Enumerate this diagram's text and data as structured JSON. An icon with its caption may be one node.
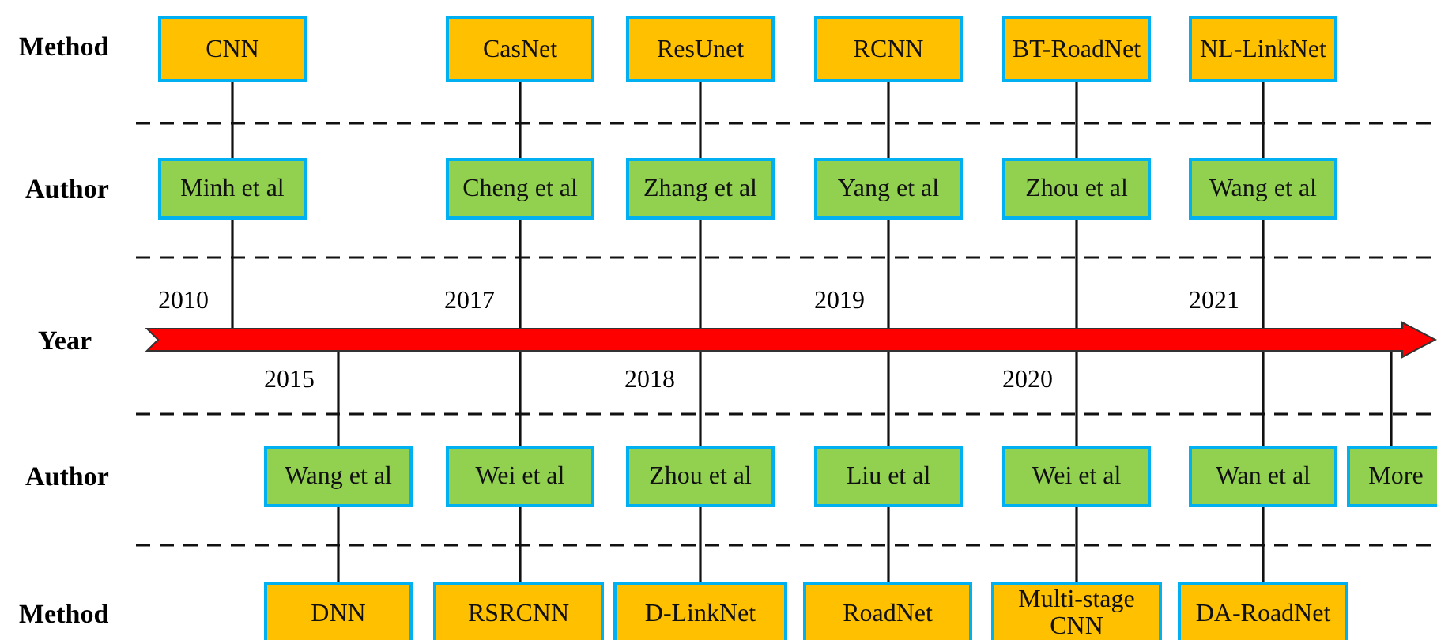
{
  "diagram": {
    "nodes": [
      {
        "text": [
          "CNN"
        ]
      },
      {
        "text": [
          "CasNet"
        ]
      },
      {
        "text": [
          "ResUnet"
        ]
      },
      {
        "text": [
          "RCNN"
        ]
      },
      {
        "text": [
          "BT-RoadNet"
        ]
      },
      {
        "text": [
          "NL-LinkNet"
        ]
      },
      {
        "text": [
          "Minh et al"
        ]
      },
      {
        "text": [
          "Cheng et al"
        ]
      },
      {
        "text": [
          "Zhang et al"
        ]
      },
      {
        "text": [
          "Yang et al"
        ]
      },
      {
        "text": [
          "Zhou et al"
        ]
      },
      {
        "text": [
          "Wang et al"
        ]
      },
      {
        "text": [],
        "shape": "arrow"
      },
      {
        "text": [
          "Wang et al"
        ]
      },
      {
        "text": [
          "Wei et al"
        ]
      },
      {
        "text": [
          "Zhou et al"
        ]
      },
      {
        "text": [
          "Liu et al"
        ]
      },
      {
        "text": [
          "Wei et al"
        ]
      },
      {
        "text": [
          "Wan et al"
        ]
      },
      {
        "text": [
          "More"
        ]
      },
      {
        "text": [
          "DNN"
        ]
      },
      {
        "text": [
          "RSRCNN"
        ]
      },
      {
        "text": [
          "D-LinkNet"
        ]
      },
      {
        "text": [
          "RoadNet"
        ]
      },
      {
        "text": [
          "Multi-stage CNN"
        ]
      },
      {
        "text": [
          "DA-RoadNet"
        ]
      }
    ],
    "edges": [
      {
        "from": 0,
        "to": 6,
        "arrow": "none"
      },
      {
        "from": 1,
        "to": 7,
        "arrow": "none"
      },
      {
        "from": 2,
        "to": 8,
        "arrow": "none"
      },
      {
        "from": 3,
        "to": 9,
        "arrow": "none"
      },
      {
        "from": 4,
        "to": 10,
        "arrow": "none"
      },
      {
        "from": 5,
        "to": 11,
        "arrow": "none"
      },
      {
        "from": 6,
        "to": 12,
        "arrow": "none"
      },
      {
        "from": 7,
        "to": 12,
        "arrow": "none"
      },
      {
        "from": 8,
        "to": 12,
        "arrow": "none"
      },
      {
        "from": 9,
        "to": 12,
        "arrow": "none"
      },
      {
        "from": 10,
        "to": 12,
        "arrow": "none"
      },
      {
        "from": 11,
        "to": 12,
        "arrow": "none"
      },
      {
        "from": 12,
        "to": 13,
        "arrow": "none"
      },
      {
        "from": 12,
        "to": 14,
        "arrow": "none"
      },
      {
        "from": 12,
        "to": 15,
        "arrow": "none"
      },
      {
        "from": 12,
        "to": 16,
        "arrow": "none"
      },
      {
        "from": 12,
        "to": 17,
        "arrow": "none"
      },
      {
        "from": 12,
        "to": 18,
        "arrow": "none"
      },
      {
        "from": 12,
        "to": 19,
        "arrow": "none"
      },
      {
        "from": 13,
        "to": 20,
        "arrow": "none"
      },
      {
        "from": 14,
        "to": 21,
        "arrow": "none"
      },
      {
        "from": 15,
        "to": 22,
        "arrow": "none"
      },
      {
        "from": 16,
        "to": 23,
        "arrow": "none"
      },
      {
        "from": 17,
        "to": 24,
        "arrow": "none"
      },
      {
        "from": 18,
        "to": 25,
        "arrow": "none"
      }
    ],
    "labels": [
      "Method",
      "Author",
      "2010",
      "2017",
      "2019",
      "2021",
      "Year",
      "2015",
      "2018",
      "2020",
      "Author",
      "Method"
    ]
  }
}
